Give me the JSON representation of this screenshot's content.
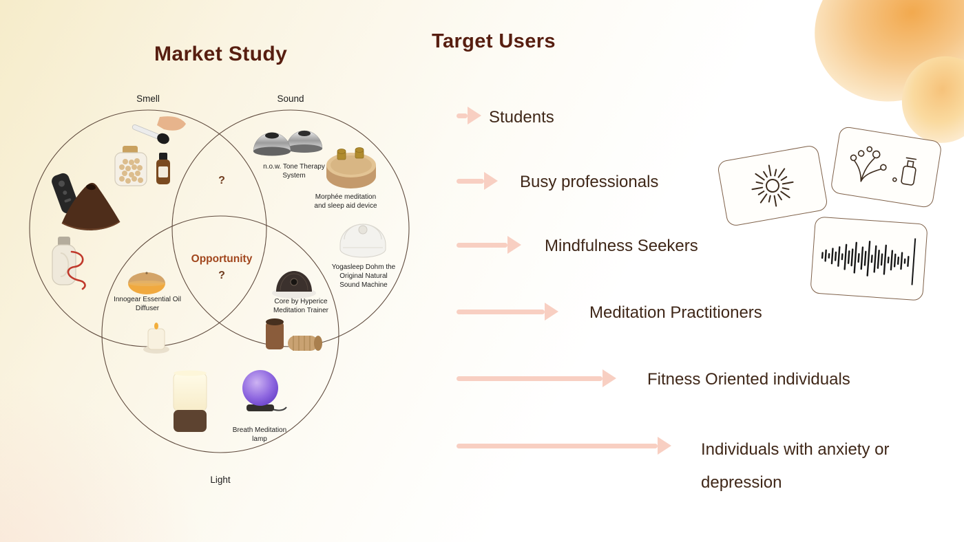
{
  "titles": {
    "market_study": "Market Study",
    "target_users": "Target Users"
  },
  "venn": {
    "circle_labels": [
      "Smell",
      "Sound",
      "Light"
    ],
    "top_question_mark": "?",
    "center_label": "Opportunity",
    "center_question_mark": "?",
    "product_labels": {
      "now_tone": "n.o.w. Tone Therapy System",
      "morphee": "Morphée meditation and sleep aid device",
      "yogasleep": "Yogasleep Dohm the Original Natural Sound Machine",
      "core_hyperice": "Core by Hyperice Meditation Trainer",
      "innogear": "Innogear Essential Oil Diffuser",
      "breath_lamp": "Breath Meditation lamp"
    }
  },
  "target_users": {
    "items": [
      "Students",
      "Busy professionals",
      "Mindfulness Seekers",
      "Meditation Practitioners",
      "Fitness Oriented individuals",
      "Individuals with anxiety or depression"
    ]
  },
  "decor": {
    "cards": [
      {
        "icon": "sun-burst-icon"
      },
      {
        "icon": "aromatherapy-botanicals-icon"
      },
      {
        "icon": "audio-waveform-icon"
      }
    ]
  },
  "colors": {
    "title_brown": "#571e10",
    "body_brown": "#3f2718",
    "opportunity_orange": "#a1461d",
    "arrow_pink": "#f8cfc2",
    "blob_orange": "#f2a94e"
  }
}
